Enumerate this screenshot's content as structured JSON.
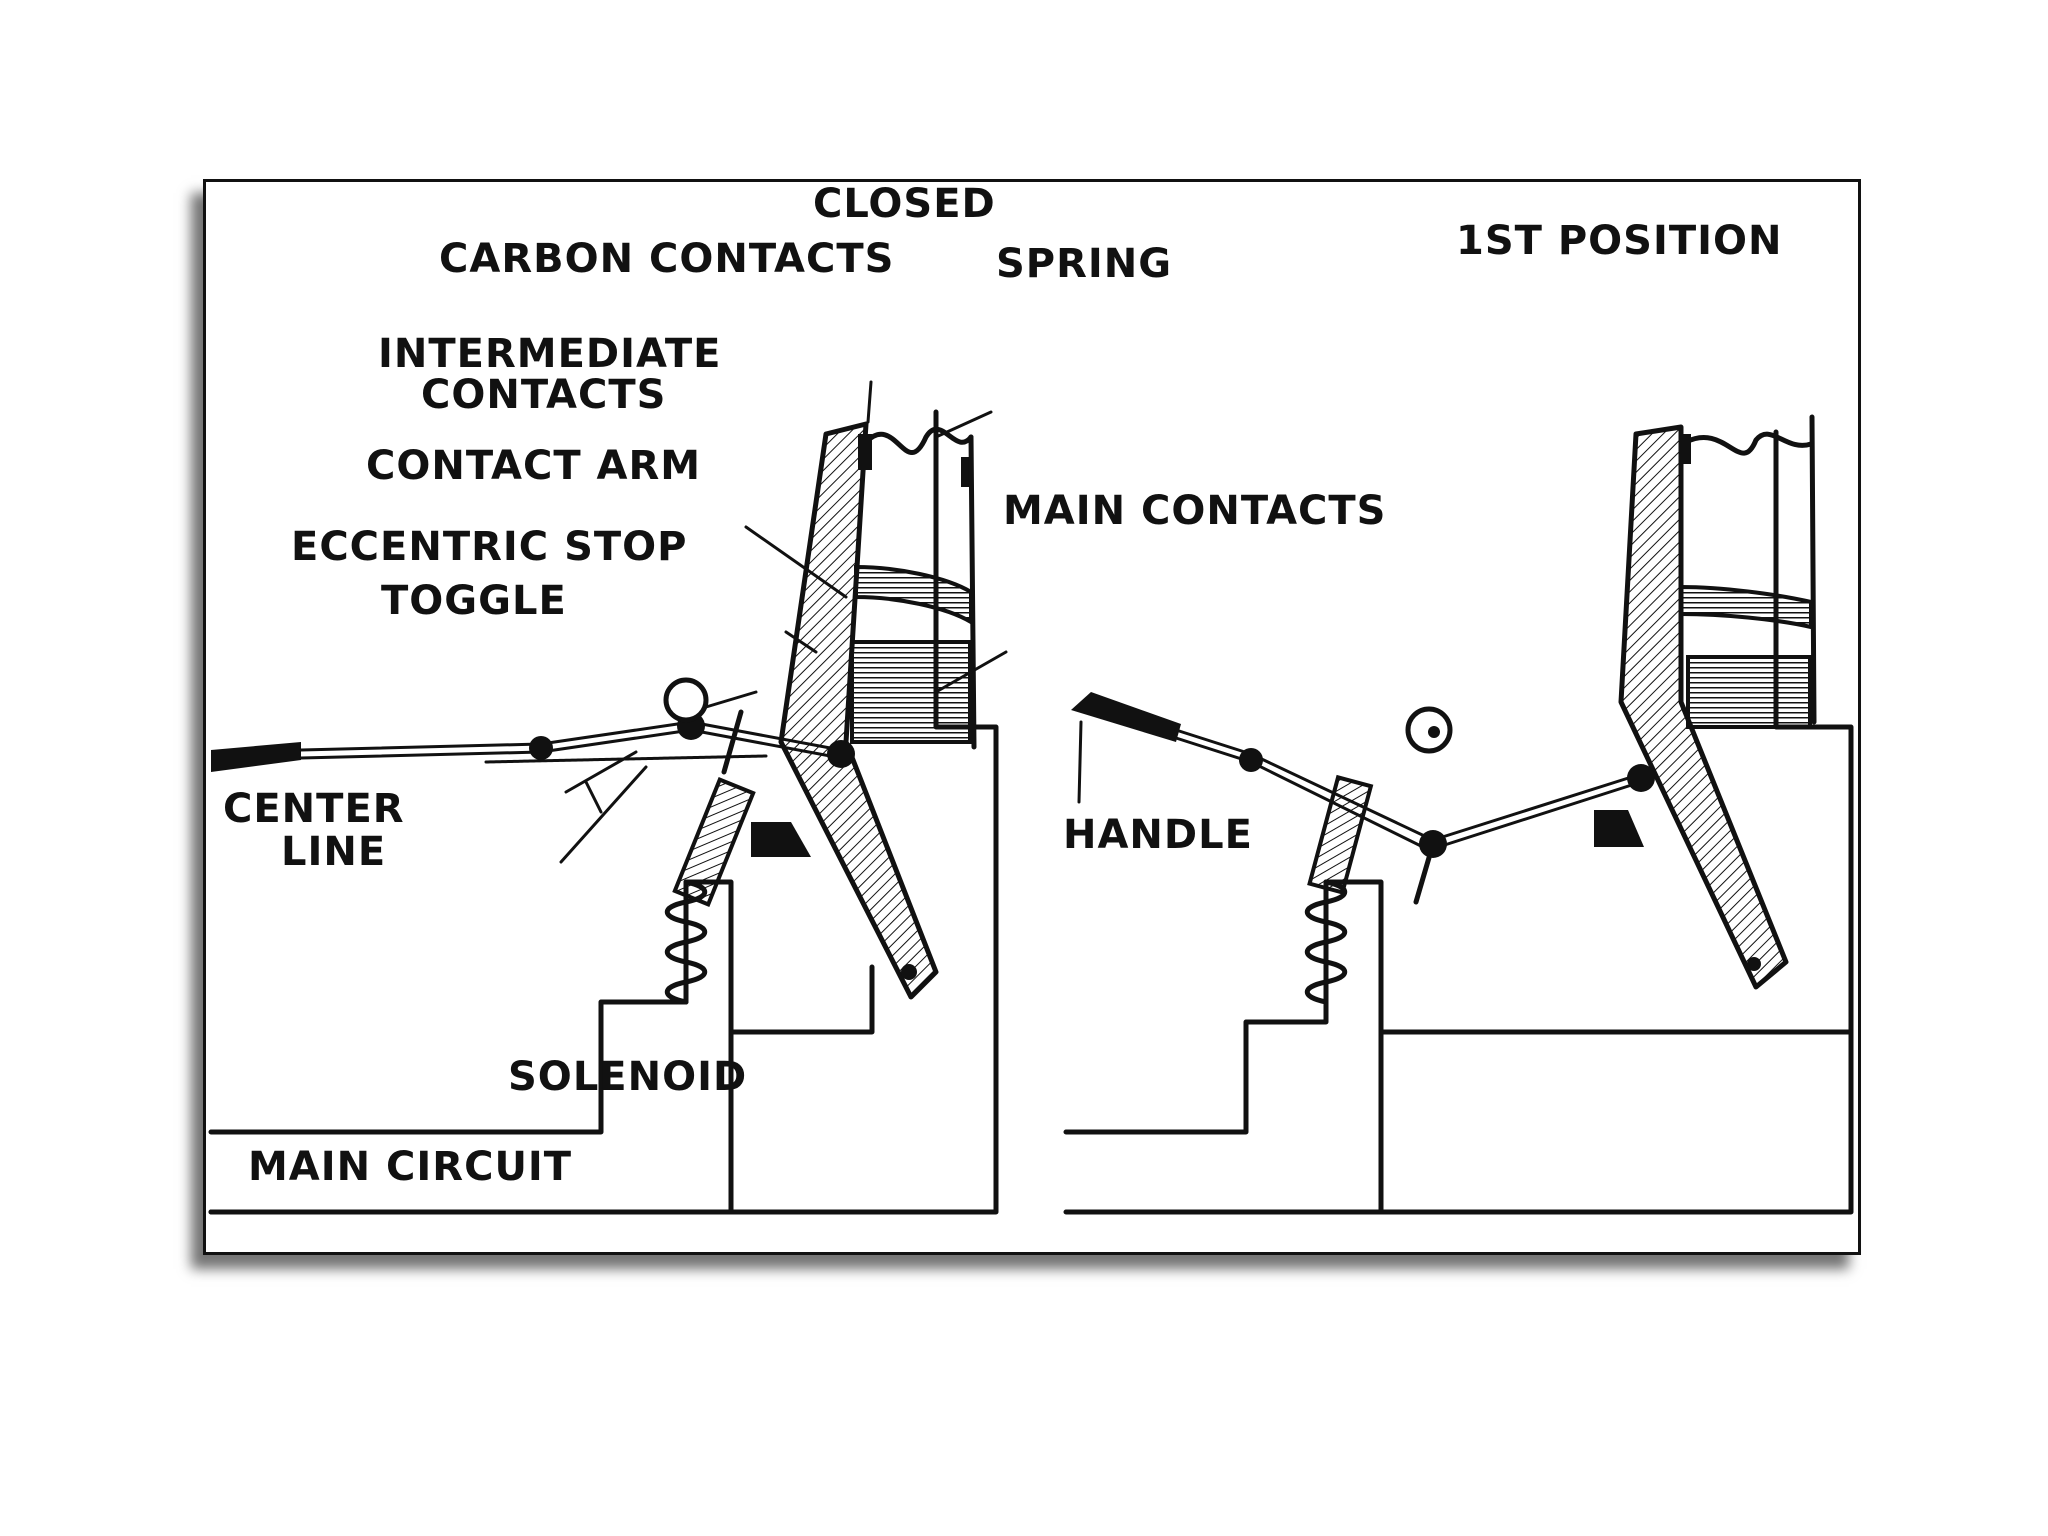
{
  "diagram": {
    "left_panel": {
      "title": "CLOSED",
      "labels": {
        "carbon_contacts": "CARBON CONTACTS",
        "spring": "SPRING",
        "intermediate_contacts_line1": "INTERMEDIATE",
        "intermediate_contacts_line2": "CONTACTS",
        "contact_arm": "CONTACT ARM",
        "main_contacts": "MAIN CONTACTS",
        "eccentric_stop": "ECCENTRIC STOP",
        "toggle": "TOGGLE",
        "center_line_line1": "CENTER",
        "center_line_line2": "LINE",
        "solenoid": "SOLENOID",
        "main_circuit": "MAIN CIRCUIT"
      }
    },
    "right_panel": {
      "title": "1ST POSITION",
      "labels": {
        "handle": "HANDLE"
      }
    },
    "colors": {
      "ink": "#111111",
      "paper": "#ffffff"
    }
  }
}
